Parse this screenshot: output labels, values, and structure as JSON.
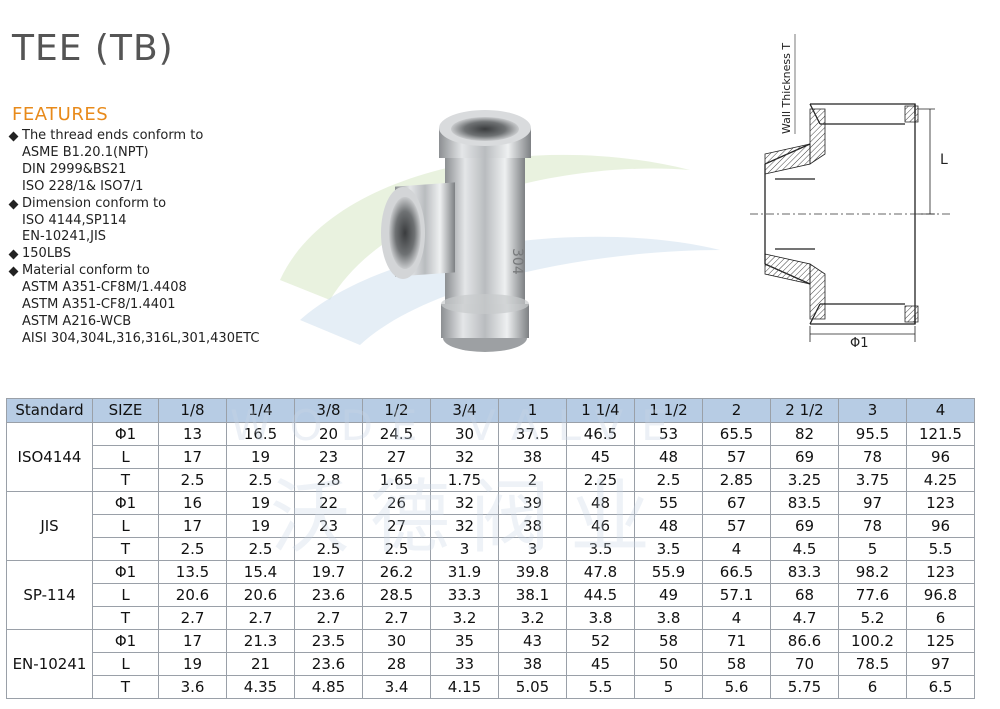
{
  "title": "TEE (TB)",
  "features": {
    "heading": "FEATURES",
    "items": [
      {
        "head": "The thread ends conform to",
        "sub": [
          "ASME B1.20.1(NPT)",
          "DIN 2999&BS21",
          "ISO 228/1& ISO7/1"
        ]
      },
      {
        "head": "Dimension conform to",
        "sub": [
          "ISO 4144,SP114",
          "EN-10241,JIS"
        ]
      },
      {
        "head": "150LBS",
        "sub": []
      },
      {
        "head": "Material conform to",
        "sub": [
          "ASTM A351-CF8M/1.4408",
          "ASTM A351-CF8/1.4401",
          "ASTM A216-WCB",
          "AISI 304,304L,316,316L,301,430ETC"
        ]
      }
    ]
  },
  "product": {
    "marking": "304"
  },
  "diagram": {
    "wall_label": "Wall Thickness T",
    "l_label": "L",
    "phi_label": "Φ1"
  },
  "watermark": {
    "latin": "WODE VALVE",
    "cjk": "沃德阀业"
  },
  "table": {
    "headers": [
      "Standard",
      "SIZE",
      "1/8",
      "1/4",
      "3/8",
      "1/2",
      "3/4",
      "1",
      "1 1/4",
      "1 1/2",
      "2",
      "2 1/2",
      "3",
      "4"
    ],
    "groups": [
      {
        "standard": "ISO4144",
        "rows": [
          {
            "label": "Φ1",
            "values": [
              "13",
              "16.5",
              "20",
              "24.5",
              "30",
              "37.5",
              "46.5",
              "53",
              "65.5",
              "82",
              "95.5",
              "121.5"
            ]
          },
          {
            "label": "L",
            "values": [
              "17",
              "19",
              "23",
              "27",
              "32",
              "38",
              "45",
              "48",
              "57",
              "69",
              "78",
              "96"
            ]
          },
          {
            "label": "T",
            "values": [
              "2.5",
              "2.5",
              "2.8",
              "1.65",
              "1.75",
              "2",
              "2.25",
              "2.5",
              "2.85",
              "3.25",
              "3.75",
              "4.25"
            ]
          }
        ]
      },
      {
        "standard": "JIS",
        "rows": [
          {
            "label": "Φ1",
            "values": [
              "16",
              "19",
              "22",
              "26",
              "32",
              "39",
              "48",
              "55",
              "67",
              "83.5",
              "97",
              "123"
            ]
          },
          {
            "label": "L",
            "values": [
              "17",
              "19",
              "23",
              "27",
              "32",
              "38",
              "46",
              "48",
              "57",
              "69",
              "78",
              "96"
            ]
          },
          {
            "label": "T",
            "values": [
              "2.5",
              "2.5",
              "2.5",
              "2.5",
              "3",
              "3",
              "3.5",
              "3.5",
              "4",
              "4.5",
              "5",
              "5.5"
            ]
          }
        ]
      },
      {
        "standard": "SP-114",
        "rows": [
          {
            "label": "Φ1",
            "values": [
              "13.5",
              "15.4",
              "19.7",
              "26.2",
              "31.9",
              "39.8",
              "47.8",
              "55.9",
              "66.5",
              "83.3",
              "98.2",
              "123"
            ]
          },
          {
            "label": "L",
            "values": [
              "20.6",
              "20.6",
              "23.6",
              "28.5",
              "33.3",
              "38.1",
              "44.5",
              "49",
              "57.1",
              "68",
              "77.6",
              "96.8"
            ]
          },
          {
            "label": "T",
            "values": [
              "2.7",
              "2.7",
              "2.7",
              "2.7",
              "3.2",
              "3.2",
              "3.8",
              "3.8",
              "4",
              "4.7",
              "5.2",
              "6"
            ]
          }
        ]
      },
      {
        "standard": "EN-10241",
        "rows": [
          {
            "label": "Φ1",
            "values": [
              "17",
              "21.3",
              "23.5",
              "30",
              "35",
              "43",
              "52",
              "58",
              "71",
              "86.6",
              "100.2",
              "125"
            ]
          },
          {
            "label": "L",
            "values": [
              "19",
              "21",
              "23.6",
              "28",
              "33",
              "38",
              "45",
              "50",
              "58",
              "70",
              "78.5",
              "97"
            ]
          },
          {
            "label": "T",
            "values": [
              "3.6",
              "4.35",
              "4.85",
              "3.4",
              "4.15",
              "5.05",
              "5.5",
              "5",
              "5.6",
              "5.75",
              "6",
              "6.5"
            ]
          }
        ]
      }
    ]
  }
}
